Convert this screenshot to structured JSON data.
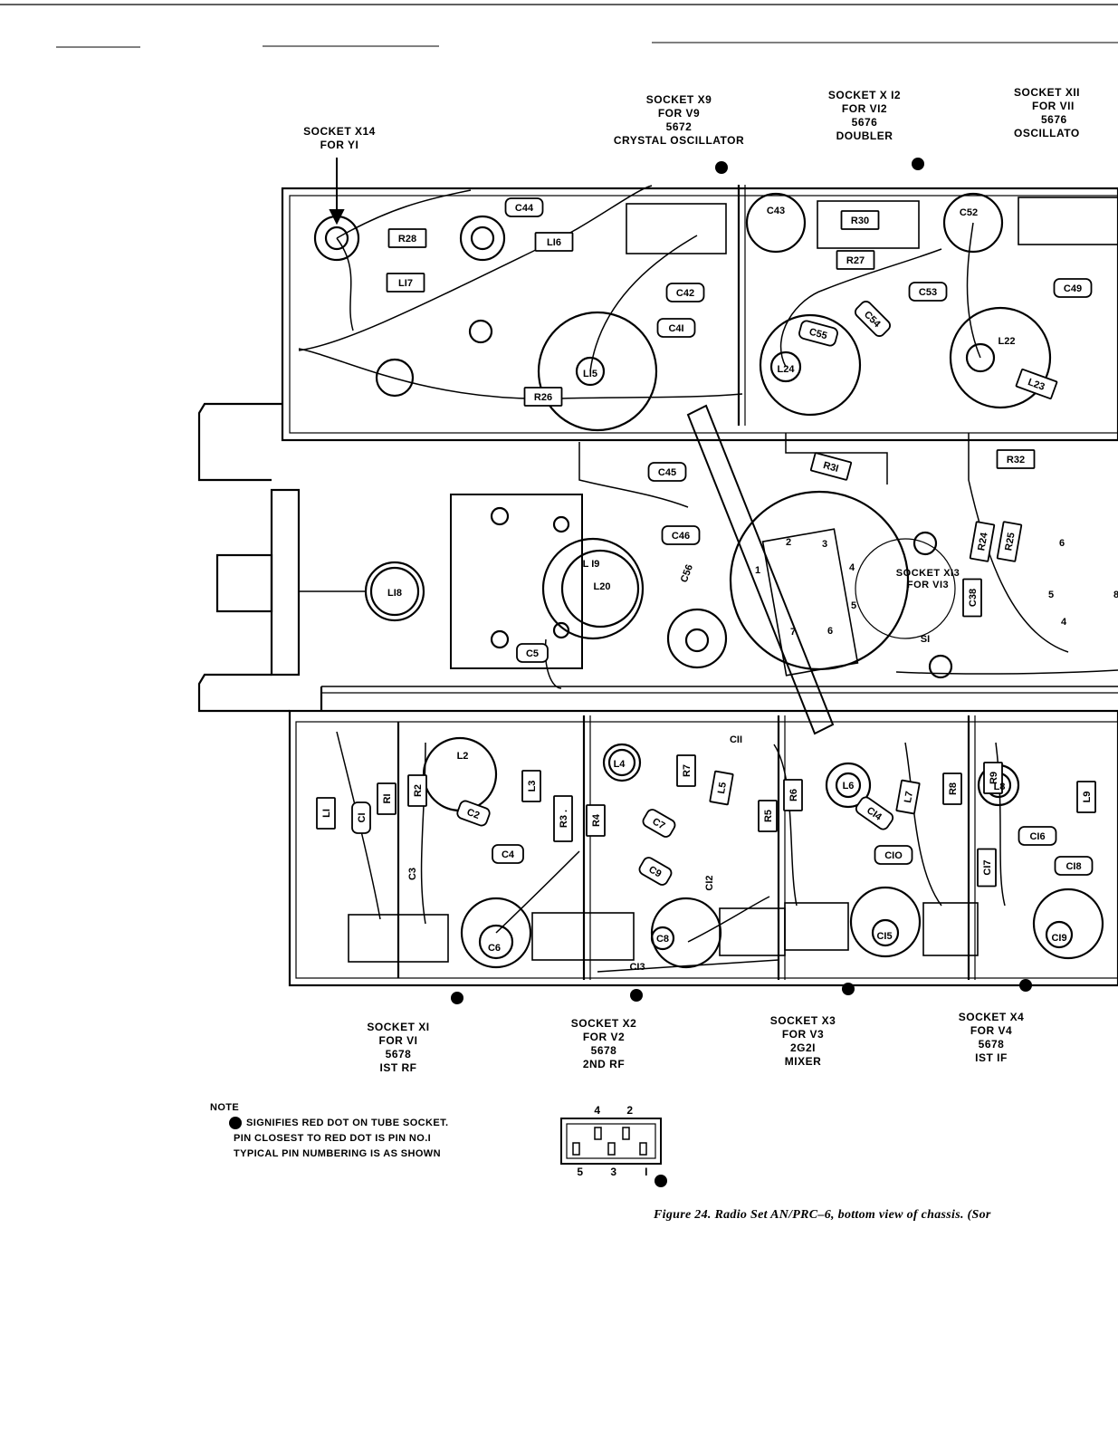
{
  "socket_labels": {
    "x14": [
      "SOCKET X14",
      "FOR YI"
    ],
    "x9": [
      "SOCKET X9",
      "FOR V9",
      "5672",
      "CRYSTAL OSCILLATOR"
    ],
    "x12": [
      "SOCKET X I2",
      "FOR VI2",
      "5676",
      "DOUBLER"
    ],
    "x11": [
      "SOCKET XII",
      "FOR VII",
      "5676",
      "OSCILLATO"
    ],
    "x13": [
      "SOCKET XI3",
      "FOR VI3"
    ],
    "x1": [
      "SOCKET XI",
      "FOR VI",
      "5678",
      "IST RF"
    ],
    "x2": [
      "SOCKET X2",
      "FOR V2",
      "5678",
      "2ND RF"
    ],
    "x3": [
      "SOCKET X3",
      "FOR V3",
      "2G2I",
      "MIXER"
    ],
    "x4": [
      "SOCKET X4",
      "FOR V4",
      "5678",
      "IST IF"
    ]
  },
  "components": [
    "R28",
    "L16",
    "C44",
    "L17",
    "C43",
    "R30",
    "C52",
    "R27",
    "C42",
    "C41",
    "C53",
    "C49",
    "C54",
    "C55",
    "L22",
    "L24",
    "L23",
    "L15",
    "R26",
    "C45",
    "R31",
    "R32",
    "C46",
    "L19",
    "L20",
    "C56",
    "L18",
    "C5",
    "C38",
    "R24",
    "R25",
    "S1",
    "L1",
    "C1",
    "R1",
    "R2",
    "L2",
    "C2",
    "C3",
    "C4",
    "L3",
    "R3",
    "L4",
    "R4",
    "C7",
    "C9",
    "C8",
    "R7",
    "C11",
    "L5",
    "C12",
    "R5",
    "C13",
    "R6",
    "L6",
    "C14",
    "L7",
    "C10",
    "R8",
    "C15",
    "R9",
    "L8",
    "C17",
    "C16",
    "C18",
    "L9",
    "C19",
    "C6"
  ],
  "component_labels": {
    "R28": "R28",
    "L16": "LI6",
    "C44": "C44",
    "L17": "LI7",
    "C43": "C43",
    "R30": "R30",
    "C52": "C52",
    "R27": "R27",
    "C42": "C42",
    "C41": "C4I",
    "C53": "C53",
    "C49": "C49",
    "C54": "C54",
    "C55": "C55",
    "L22": "L22",
    "L24": "L24",
    "L23": "L23",
    "L15": "LI5",
    "R26": "R26",
    "C45": "C45",
    "R31": "R3I",
    "R32": "R32",
    "C46": "C46",
    "L19": "L I9",
    "L20": "L20",
    "C56": "C56",
    "L18": "LI8",
    "C5": "C5",
    "C38": "C38",
    "R24": "R24",
    "R25": "R25",
    "S1": "SI",
    "L1": "LI",
    "C1": "CI",
    "R1": "RI",
    "R2": "R2",
    "L2": "L2",
    "C2": "C2",
    "C3": "C3",
    "C4": "C4",
    "L3": "L3",
    "R3": "R3 .",
    "L4": "L4",
    "R4": "R4",
    "C7": "C7",
    "C9": "C9",
    "C8": "C8",
    "R7": "R7",
    "C11": "CII",
    "L5": "L5",
    "C12": "CI2",
    "R5": "R5",
    "C13": "CI3",
    "R6": "R6",
    "L6": "L6",
    "C14": "CI4",
    "L7": "L7",
    "C10": "CIO",
    "R8": "R8",
    "C15": "CI5",
    "R9": "R9",
    "L8": "L8",
    "C17": "CI7",
    "C16": "CI6",
    "C18": "CI8",
    "L9": "L9",
    "C19": "CI9",
    "C6": "C6"
  },
  "pin_numbers_x13": [
    "2",
    "3",
    "1",
    "4",
    "5",
    "6",
    "7"
  ],
  "pin_numbers_right": [
    "6",
    "5",
    "4",
    "8"
  ],
  "note": {
    "heading": "NOTE",
    "lines": [
      "SIGNIFIES RED DOT ON TUBE SOCKET.",
      "PIN CLOSEST TO RED DOT IS PIN NO.I",
      "TYPICAL PIN NUMBERING IS AS SHOWN"
    ]
  },
  "pin_diagram": {
    "top": [
      "4",
      "2"
    ],
    "bottom": [
      "5",
      "3",
      "I"
    ]
  },
  "caption": "Figure 24. Radio Set AN/PRC–6, bottom view of chassis. (Sor"
}
